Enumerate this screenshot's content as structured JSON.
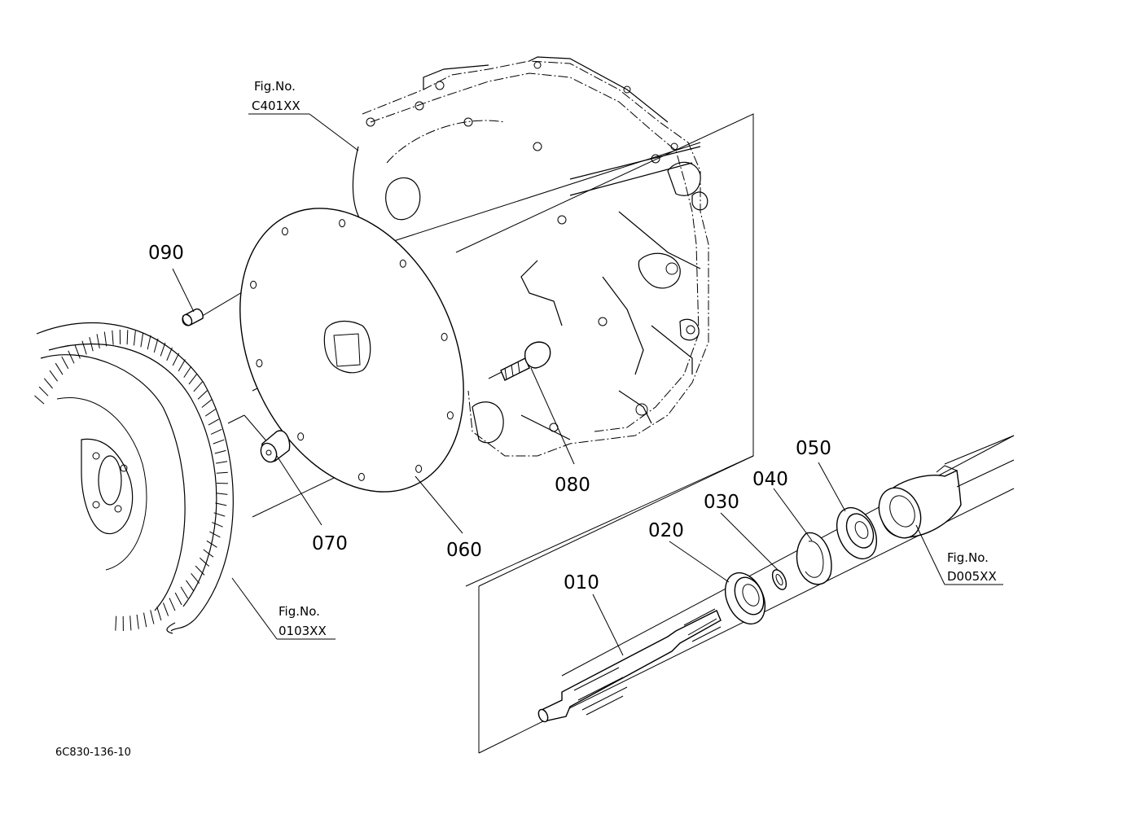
{
  "diagram": {
    "code": "6C830-136-10",
    "parts": [
      {
        "id": "part-010",
        "number": "010"
      },
      {
        "id": "part-020",
        "number": "020"
      },
      {
        "id": "part-030",
        "number": "030"
      },
      {
        "id": "part-040",
        "number": "040"
      },
      {
        "id": "part-050",
        "number": "050"
      },
      {
        "id": "part-060",
        "number": "060"
      },
      {
        "id": "part-070",
        "number": "070"
      },
      {
        "id": "part-080",
        "number": "080"
      },
      {
        "id": "part-090",
        "number": "090"
      }
    ],
    "figure_refs": [
      {
        "label": "Fig.No.",
        "code": "C401XX"
      },
      {
        "label": "Fig.No.",
        "code": "0103XX"
      },
      {
        "label": "Fig.No.",
        "code": "D005XX"
      }
    ]
  }
}
